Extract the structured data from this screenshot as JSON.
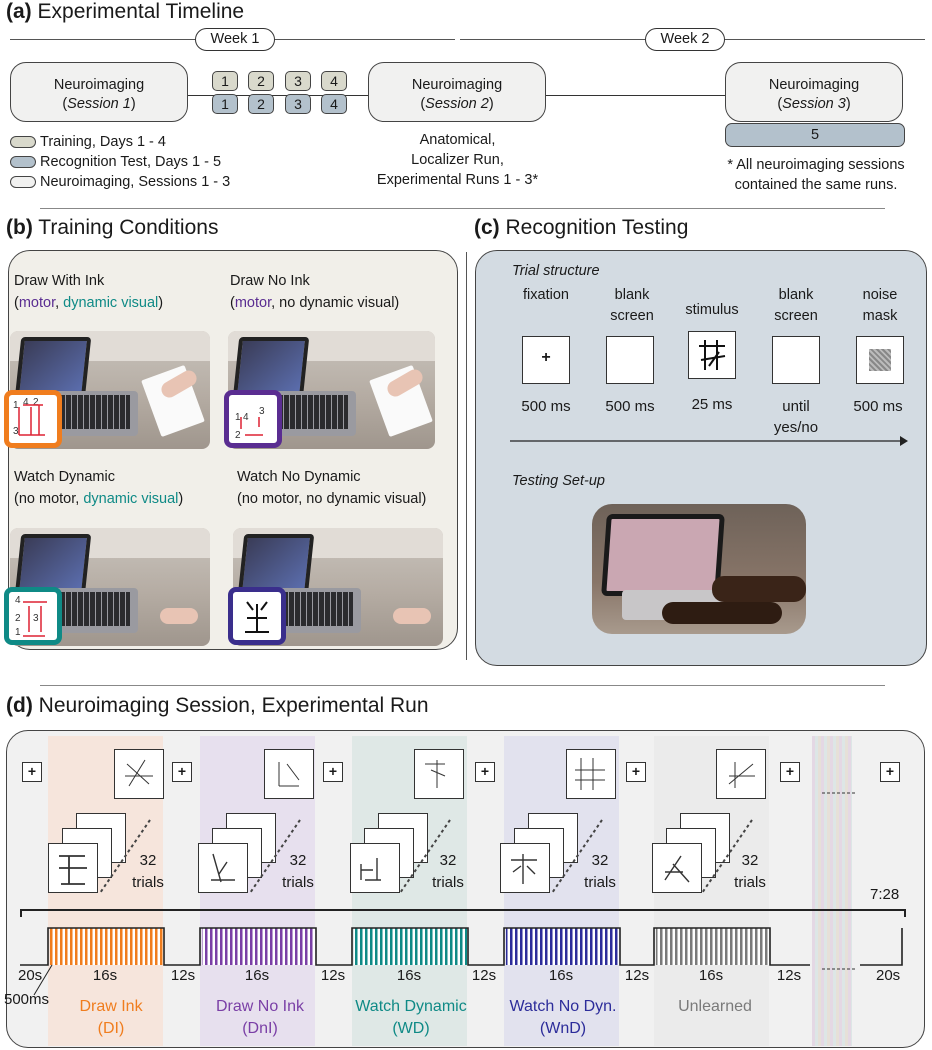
{
  "a": {
    "label": "(a)",
    "title": "Experimental Timeline",
    "week1": "Week 1",
    "week2": "Week 2",
    "session_word": "Neuroimaging",
    "sessions": [
      {
        "name": "Session 1"
      },
      {
        "name": "Session 2"
      },
      {
        "name": "Session 3"
      }
    ],
    "training_days": [
      "1",
      "2",
      "3",
      "4"
    ],
    "recognition_days": [
      "1",
      "2",
      "3",
      "4"
    ],
    "day5": "5",
    "legend": [
      "Training, Days 1 - 4",
      "Recognition Test, Days 1 - 5",
      "Neuroimaging, Sessions 1 - 3"
    ],
    "runs": [
      "Anatomical,",
      "Localizer Run,",
      "Experimental Runs 1 - 3*"
    ],
    "note": [
      "* All neuroimaging sessions",
      "contained the same runs."
    ]
  },
  "b": {
    "label": "(b)",
    "title": "Training Conditions",
    "conditions": [
      {
        "name": "Draw With Ink",
        "pre": "(",
        "motor": "motor",
        "sep": ", ",
        "visual": "dynamic visual",
        "post": ")",
        "inset_color": "#f07d1e"
      },
      {
        "name": "Draw No Ink",
        "pre": "(",
        "motor": "motor",
        "sep": ", no dynamic visual)",
        "inset_color": "#5a2d91"
      },
      {
        "name": "Watch Dynamic",
        "pre": "(no motor, ",
        "visual": "dynamic visual",
        "post": ")",
        "inset_color": "#0f8a86"
      },
      {
        "name": "Watch No Dynamic",
        "desc": "(no motor, no dynamic visual)",
        "inset_color": "#3a2e8c"
      }
    ],
    "colors": {
      "motor": "#5a2d91",
      "visual": "#0f8a86"
    }
  },
  "c": {
    "label": "(c)",
    "title": "Recognition Testing",
    "trial_structure": "Trial structure",
    "steps": [
      {
        "top": "",
        "name": "fixation",
        "time": "500 ms"
      },
      {
        "top": "blank",
        "name": "screen",
        "time": "500 ms"
      },
      {
        "top": "",
        "name": "stimulus",
        "time": "25 ms"
      },
      {
        "top": "blank",
        "name": "screen",
        "time": "until",
        "time2": "yes/no"
      },
      {
        "top": "noise",
        "name": "mask",
        "time": "500 ms"
      }
    ],
    "setup": "Testing Set-up"
  },
  "d": {
    "label": "(d)",
    "title": "Neuroimaging Session, Experimental Run",
    "blocks": [
      {
        "name": "Draw Ink",
        "abbr": "(DI)",
        "color": "#f07d1e",
        "bg": "#f6e5dc"
      },
      {
        "name": "Draw No Ink",
        "abbr": "(DnI)",
        "color": "#7a3fa6",
        "bg": "#e7e0ee"
      },
      {
        "name": "Watch Dynamic",
        "abbr": "(WD)",
        "color": "#0f8a86",
        "bg": "#dfe8e6"
      },
      {
        "name": "Watch No Dyn.",
        "abbr": "(WnD)",
        "color": "#2c2c9a",
        "bg": "#e2e2ee"
      },
      {
        "name": "Unlearned",
        "abbr": "",
        "color": "#7a7a7a",
        "bg": "#ebebeb"
      }
    ],
    "trials_n": "32",
    "trials_word": "trials",
    "block_dur": "16s",
    "rest_dur": "12s",
    "start_rest": "20s",
    "end_rest": "20s",
    "trial_dur": "500ms",
    "total": "7:28",
    "plus": "+"
  }
}
